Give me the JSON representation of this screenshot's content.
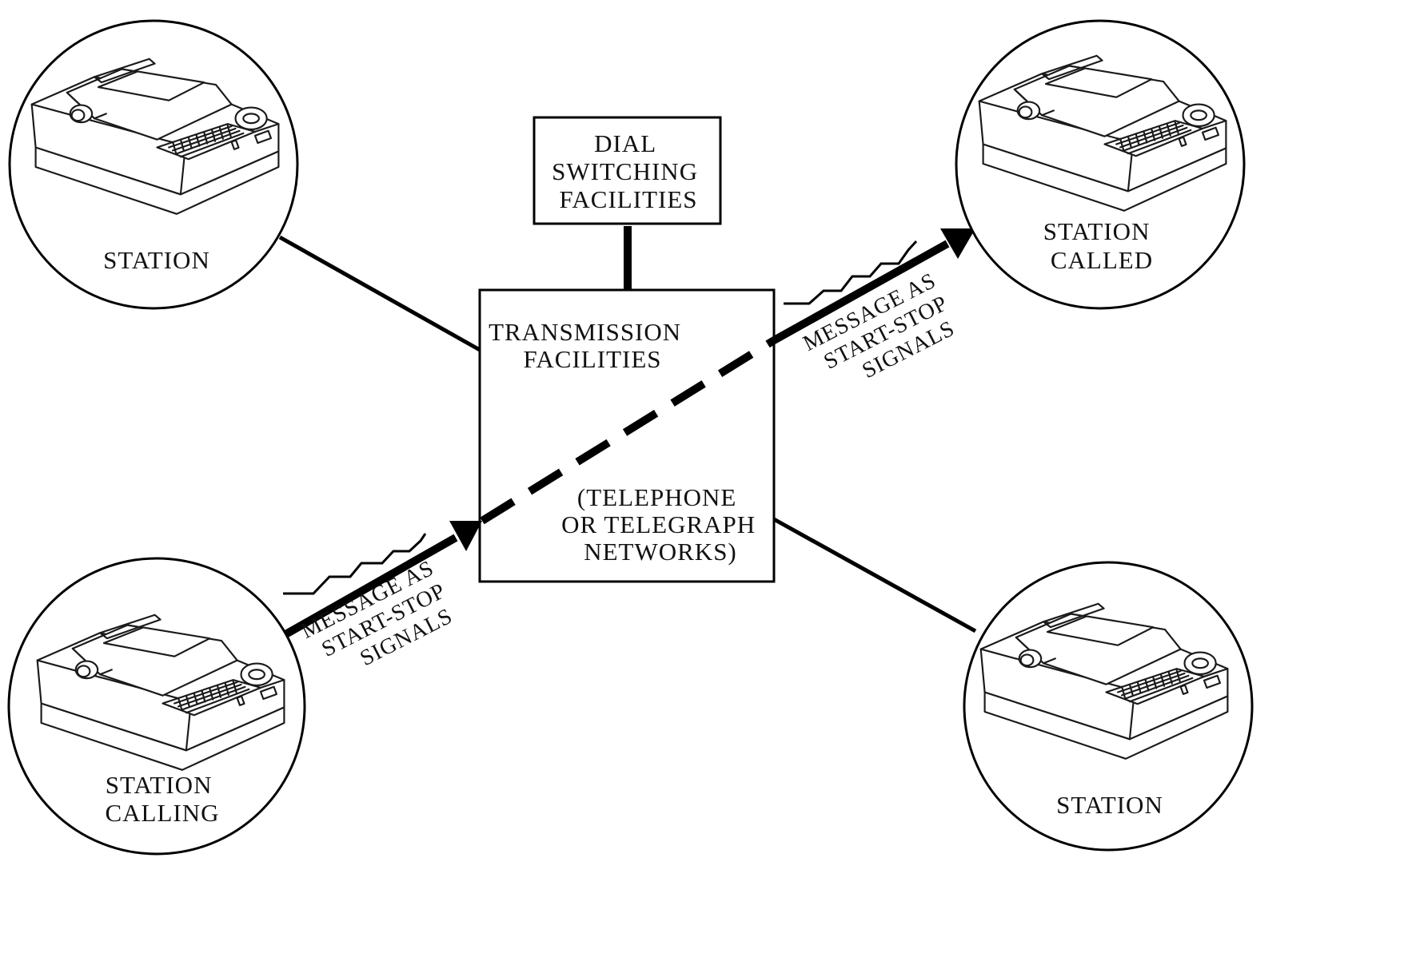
{
  "diagram": {
    "stations": {
      "top_left": {
        "lines": [
          "STATION"
        ],
        "icon": "teletypewriter-icon"
      },
      "top_right": {
        "lines": [
          "STATION",
          "CALLED"
        ],
        "icon": "teletypewriter-icon"
      },
      "bottom_left": {
        "lines": [
          "STATION",
          "CALLING"
        ],
        "icon": "teletypewriter-icon"
      },
      "bottom_right": {
        "lines": [
          "STATION"
        ],
        "icon": "teletypewriter-icon"
      }
    },
    "dial_switching": {
      "lines": [
        "DIAL",
        "SWITCHING",
        "FACILITIES"
      ]
    },
    "transmission": {
      "title_lines": [
        "TRANSMISSION",
        "FACILITIES"
      ],
      "network_lines": [
        "(TELEPHONE",
        "OR TELEGRAPH",
        "NETWORKS)"
      ]
    },
    "signal_label_in": {
      "lines": [
        "MESSAGE AS",
        "START-STOP",
        "SIGNALS"
      ]
    },
    "signal_label_out": {
      "lines": [
        "MESSAGE AS",
        "START-STOP",
        "SIGNALS"
      ]
    },
    "colors": {
      "ink": "#000000",
      "background": "#ffffff"
    }
  }
}
